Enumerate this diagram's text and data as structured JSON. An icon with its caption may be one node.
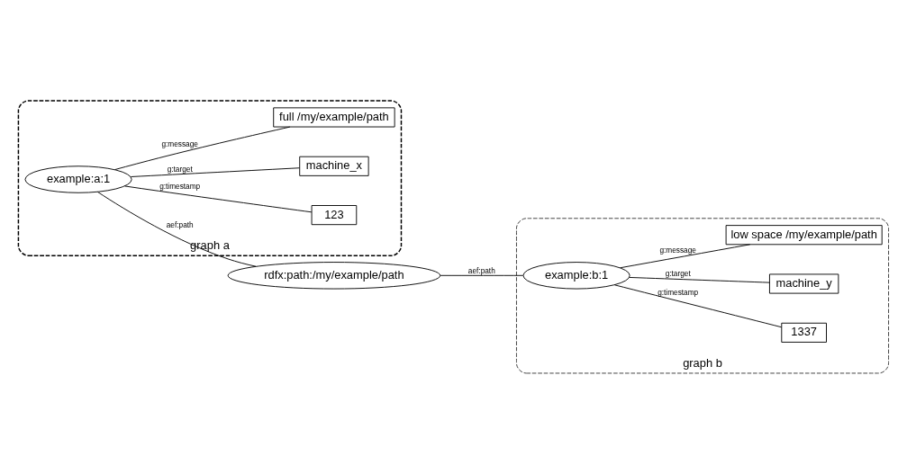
{
  "diagram": {
    "nodes": [
      {
        "text": [
          "graph a"
        ]
      },
      {
        "text": [
          "graph b"
        ]
      },
      {
        "text": [
          "123"
        ],
        "in": 0
      },
      {
        "text": [
          "machine_x"
        ],
        "in": 0
      },
      {
        "text": [
          "example:a:1"
        ],
        "in": 0
      },
      {
        "text": [
          "full /my/example/path"
        ],
        "in": 0
      },
      {
        "text": [
          "rdfx:path:/my/example/path"
        ]
      },
      {
        "text": [
          "1337"
        ],
        "in": 1
      },
      {
        "text": [
          "machine_y"
        ],
        "in": 1
      },
      {
        "text": [
          "example:b:1"
        ],
        "in": 1
      },
      {
        "text": [
          "low space /my/example/path"
        ],
        "in": 1
      }
    ],
    "edges": [
      {
        "from": 4,
        "to": 2,
        "arrow": "none",
        "label": "g:timestamp"
      },
      {
        "from": 4,
        "to": 3,
        "arrow": "none",
        "label": "g:target"
      },
      {
        "from": 4,
        "to": 5,
        "arrow": "none",
        "label": "g:message"
      },
      {
        "from": 4,
        "to": 6,
        "arrow": "none",
        "label": "aef:path"
      },
      {
        "from": 9,
        "to": 7,
        "arrow": "none",
        "label": "g:timestamp"
      },
      {
        "from": 9,
        "to": 8,
        "arrow": "none",
        "label": "g:target"
      },
      {
        "from": 9,
        "to": 10,
        "arrow": "none",
        "label": "g:message"
      },
      {
        "from": 9,
        "to": 6,
        "arrow": "none",
        "label": "aef:path"
      }
    ]
  }
}
